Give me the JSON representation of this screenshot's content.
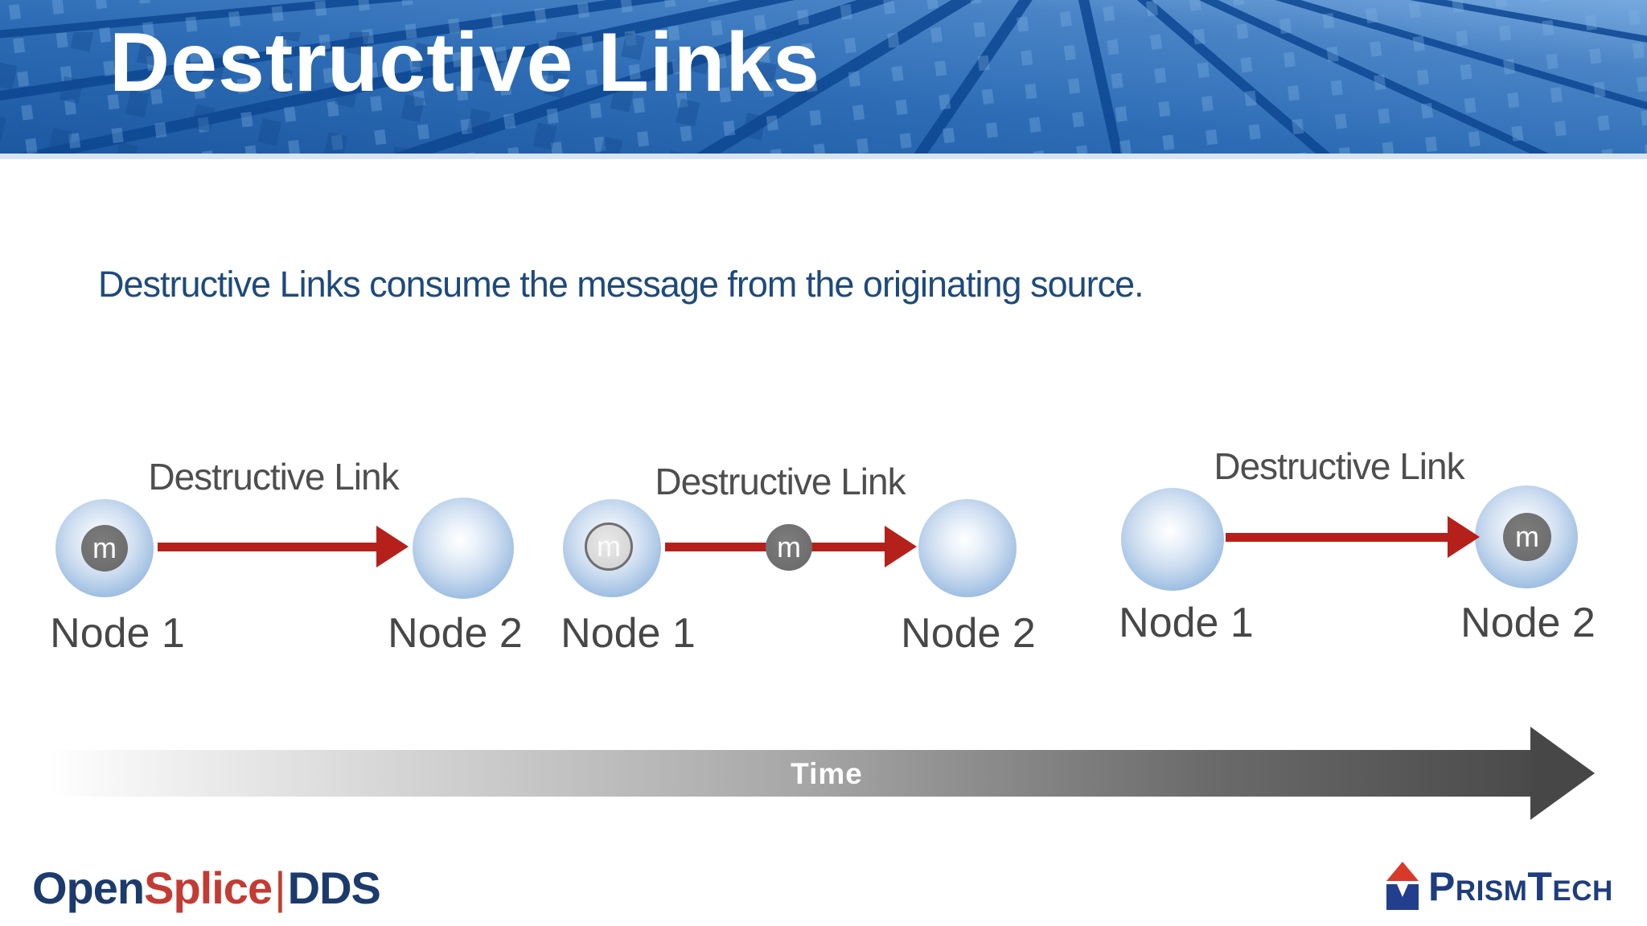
{
  "slide": {
    "title": "Destructive Links",
    "subtitle": "Destructive Links consume the message from the originating source."
  },
  "diagrams": [
    {
      "label": "Destructive Link",
      "node1_label": "Node 1",
      "node2_label": "Node 2",
      "message_label": "m"
    },
    {
      "label": "Destructive Link",
      "node1_label": "Node 1",
      "node2_label": "Node 2",
      "message_label": "m"
    },
    {
      "label": "Destructive Link",
      "node1_label": "Node 1",
      "node2_label": "Node 2",
      "message_label": "m"
    }
  ],
  "timeline": {
    "label": "Time"
  },
  "footer": {
    "opensplice": {
      "open": "Open",
      "splice": "Splice",
      "divider": "|",
      "dds": "DDS"
    },
    "prismtech": {
      "wordmark": "PrismTech"
    }
  },
  "colors": {
    "header_blue": "#2e6db6",
    "header_ray_blue": "#0d4792",
    "accent_red": "#b5211a",
    "node_blue": "#7ca3d2",
    "message_gray": "#6f6f6f",
    "text_navy": "#1d4a7c",
    "label_gray": "#4e4e4e",
    "time_gray_dark": "#474747"
  }
}
